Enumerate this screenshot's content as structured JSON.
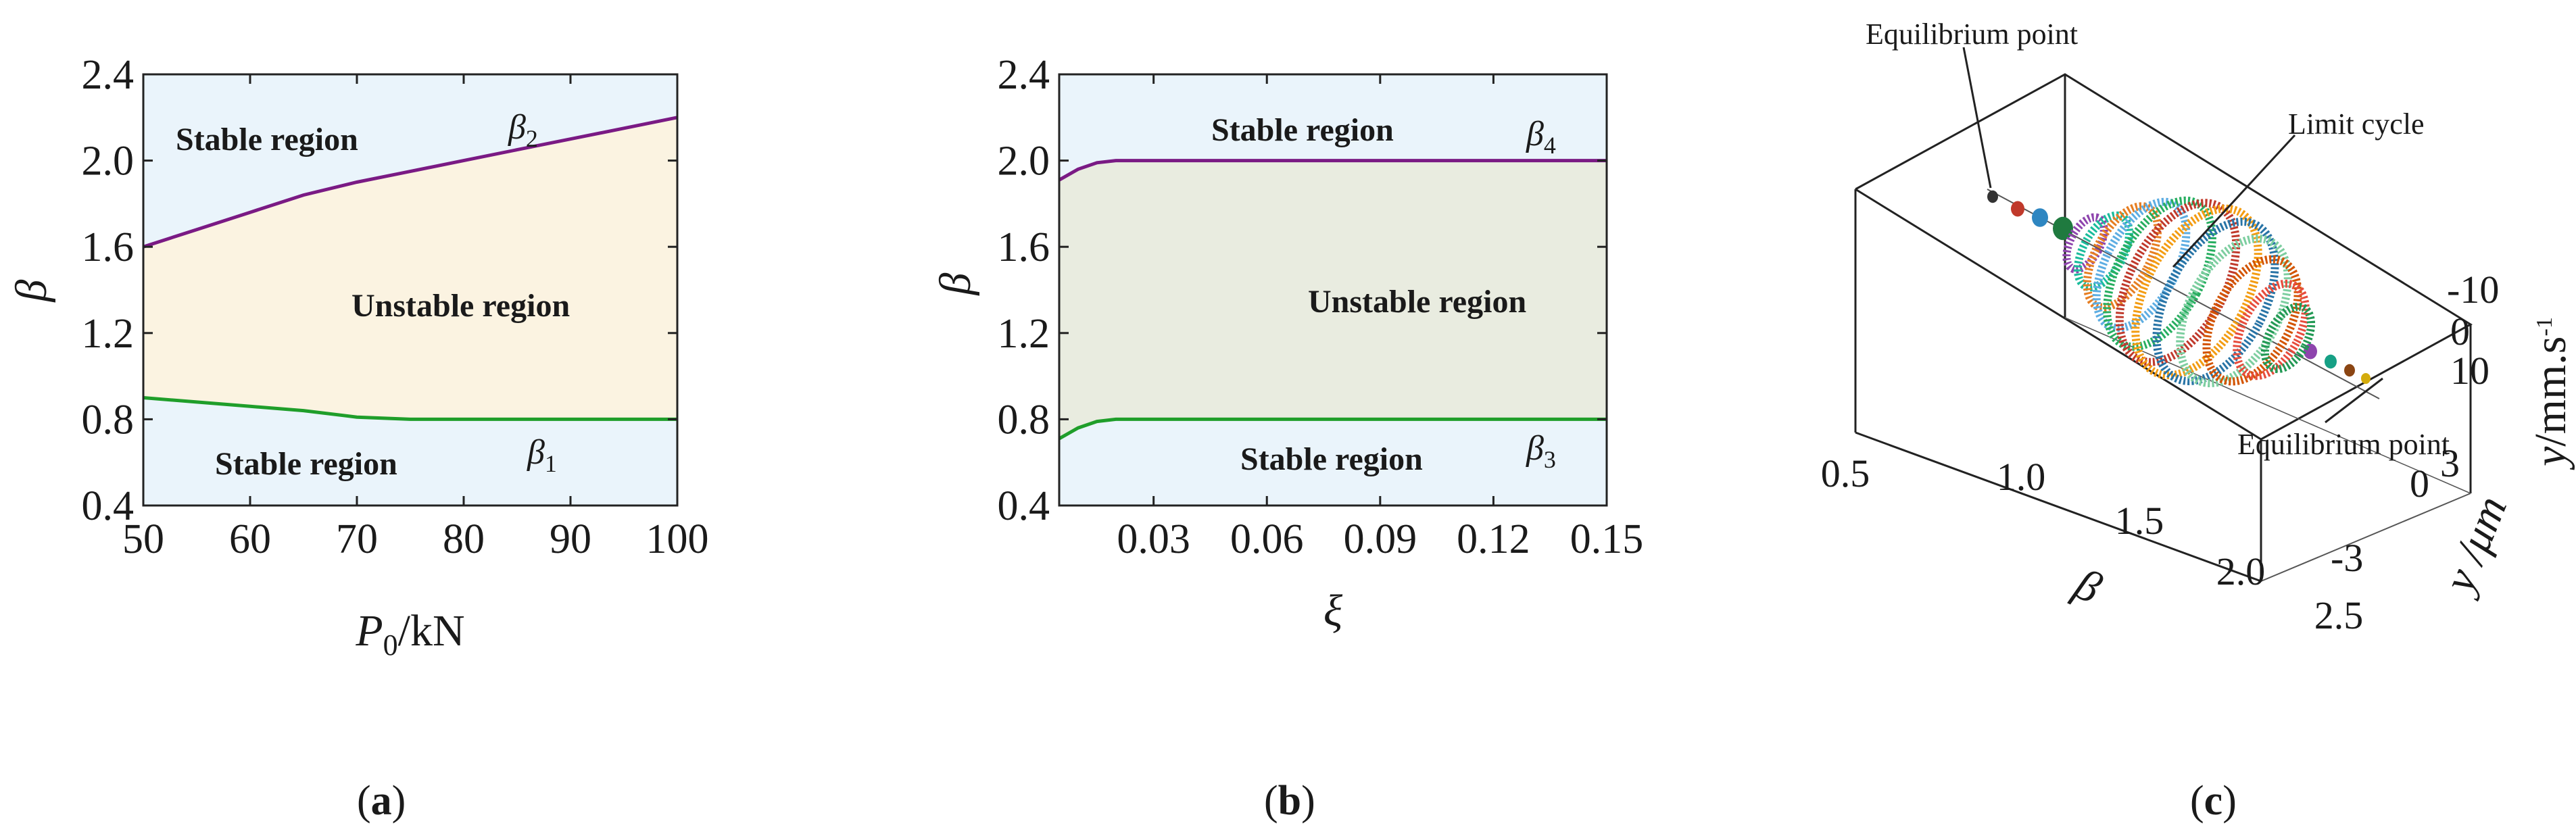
{
  "chart_data": [
    {
      "id": "a",
      "type": "area",
      "panel_label_open": "(",
      "panel_label_letter": "a",
      "panel_label_close": ")",
      "xlabel_main": "P",
      "xlabel_sub": "0",
      "xlabel_unit": "/kN",
      "ylabel": "β",
      "xlim": [
        50,
        100
      ],
      "ylim": [
        0.4,
        2.4
      ],
      "xticks": [
        "50",
        "60",
        "70",
        "80",
        "90",
        "100"
      ],
      "yticks": [
        "0.4",
        "0.8",
        "1.2",
        "1.6",
        "2.0",
        "2.4"
      ],
      "x": [
        50,
        55,
        60,
        65,
        70,
        75,
        80,
        85,
        90,
        95,
        100
      ],
      "series": [
        {
          "label_main": "β",
          "label_sub": "1",
          "color": "#1f9e2a",
          "values": [
            0.9,
            0.88,
            0.86,
            0.84,
            0.81,
            0.8,
            0.8,
            0.8,
            0.8,
            0.8,
            0.8
          ]
        },
        {
          "label_main": "β",
          "label_sub": "2",
          "color": "#7a1a84",
          "values": [
            1.6,
            1.68,
            1.76,
            1.84,
            1.9,
            1.95,
            2.0,
            2.05,
            2.1,
            2.15,
            2.2
          ]
        }
      ],
      "regions": {
        "top": "Stable region",
        "middle": "Unstable region",
        "bottom": "Stable region"
      },
      "colors": {
        "stable": "#eaf4fb",
        "unstable": "#fbf3e1"
      }
    },
    {
      "id": "b",
      "type": "area",
      "panel_label_open": "(",
      "panel_label_letter": "b",
      "panel_label_close": ")",
      "xlabel": "ξ",
      "ylabel": "β",
      "xlim": [
        0.005,
        0.15
      ],
      "ylim": [
        0.4,
        2.4
      ],
      "xticks": [
        "0.03",
        "0.06",
        "0.09",
        "0.12",
        "0.15"
      ],
      "xtick_values": [
        0.03,
        0.06,
        0.09,
        0.12,
        0.15
      ],
      "yticks": [
        "0.4",
        "0.8",
        "1.2",
        "1.6",
        "2.0",
        "2.4"
      ],
      "x": [
        0.005,
        0.01,
        0.015,
        0.02,
        0.025,
        0.03,
        0.06,
        0.09,
        0.12,
        0.15
      ],
      "series": [
        {
          "label_main": "β",
          "label_sub": "3",
          "color": "#1f9e2a",
          "values": [
            0.71,
            0.76,
            0.79,
            0.8,
            0.8,
            0.8,
            0.8,
            0.8,
            0.8,
            0.8
          ]
        },
        {
          "label_main": "β",
          "label_sub": "4",
          "color": "#7a1a84",
          "values": [
            1.91,
            1.96,
            1.99,
            2.0,
            2.0,
            2.0,
            2.0,
            2.0,
            2.0,
            2.0
          ]
        }
      ],
      "regions": {
        "top": "Stable region",
        "middle": "Unstable region",
        "bottom": "Stable region"
      },
      "colors": {
        "stable": "#eaf4fb",
        "unstable": "#e9ece0"
      }
    },
    {
      "id": "c",
      "type": "scatter",
      "panel_label_open": "(",
      "panel_label_letter": "c",
      "panel_label_close": ")",
      "xlabel": "β",
      "ylabel": "y /μm",
      "zlabel_main": "y",
      "zlabel_unit": "/mm.s",
      "zlabel_sup": "-1",
      "xticks": [
        "0.5",
        "1.0",
        "1.5",
        "2.0",
        "2.5"
      ],
      "yticks": [
        "3",
        "0",
        "-3"
      ],
      "zticks": [
        "-10",
        "0",
        "10"
      ],
      "annotations": [
        "Equilibrium point",
        "Limit cycle",
        "Equilibrium point"
      ],
      "equilibrium_colors_left": [
        "#333333",
        "#c0392b",
        "#2e86c1",
        "#1f7a3f"
      ],
      "equilibrium_colors_right": [
        "#8e44ad",
        "#16a085",
        "#8b4513",
        "#d4ac0d"
      ],
      "cycle_colors": [
        "#8e44ad",
        "#1abc9c",
        "#e67e22",
        "#5dade2",
        "#27ae60",
        "#c0392b",
        "#f39c12",
        "#2874a6",
        "#7dcea0",
        "#d35400",
        "#e74c3c",
        "#229954"
      ]
    }
  ]
}
